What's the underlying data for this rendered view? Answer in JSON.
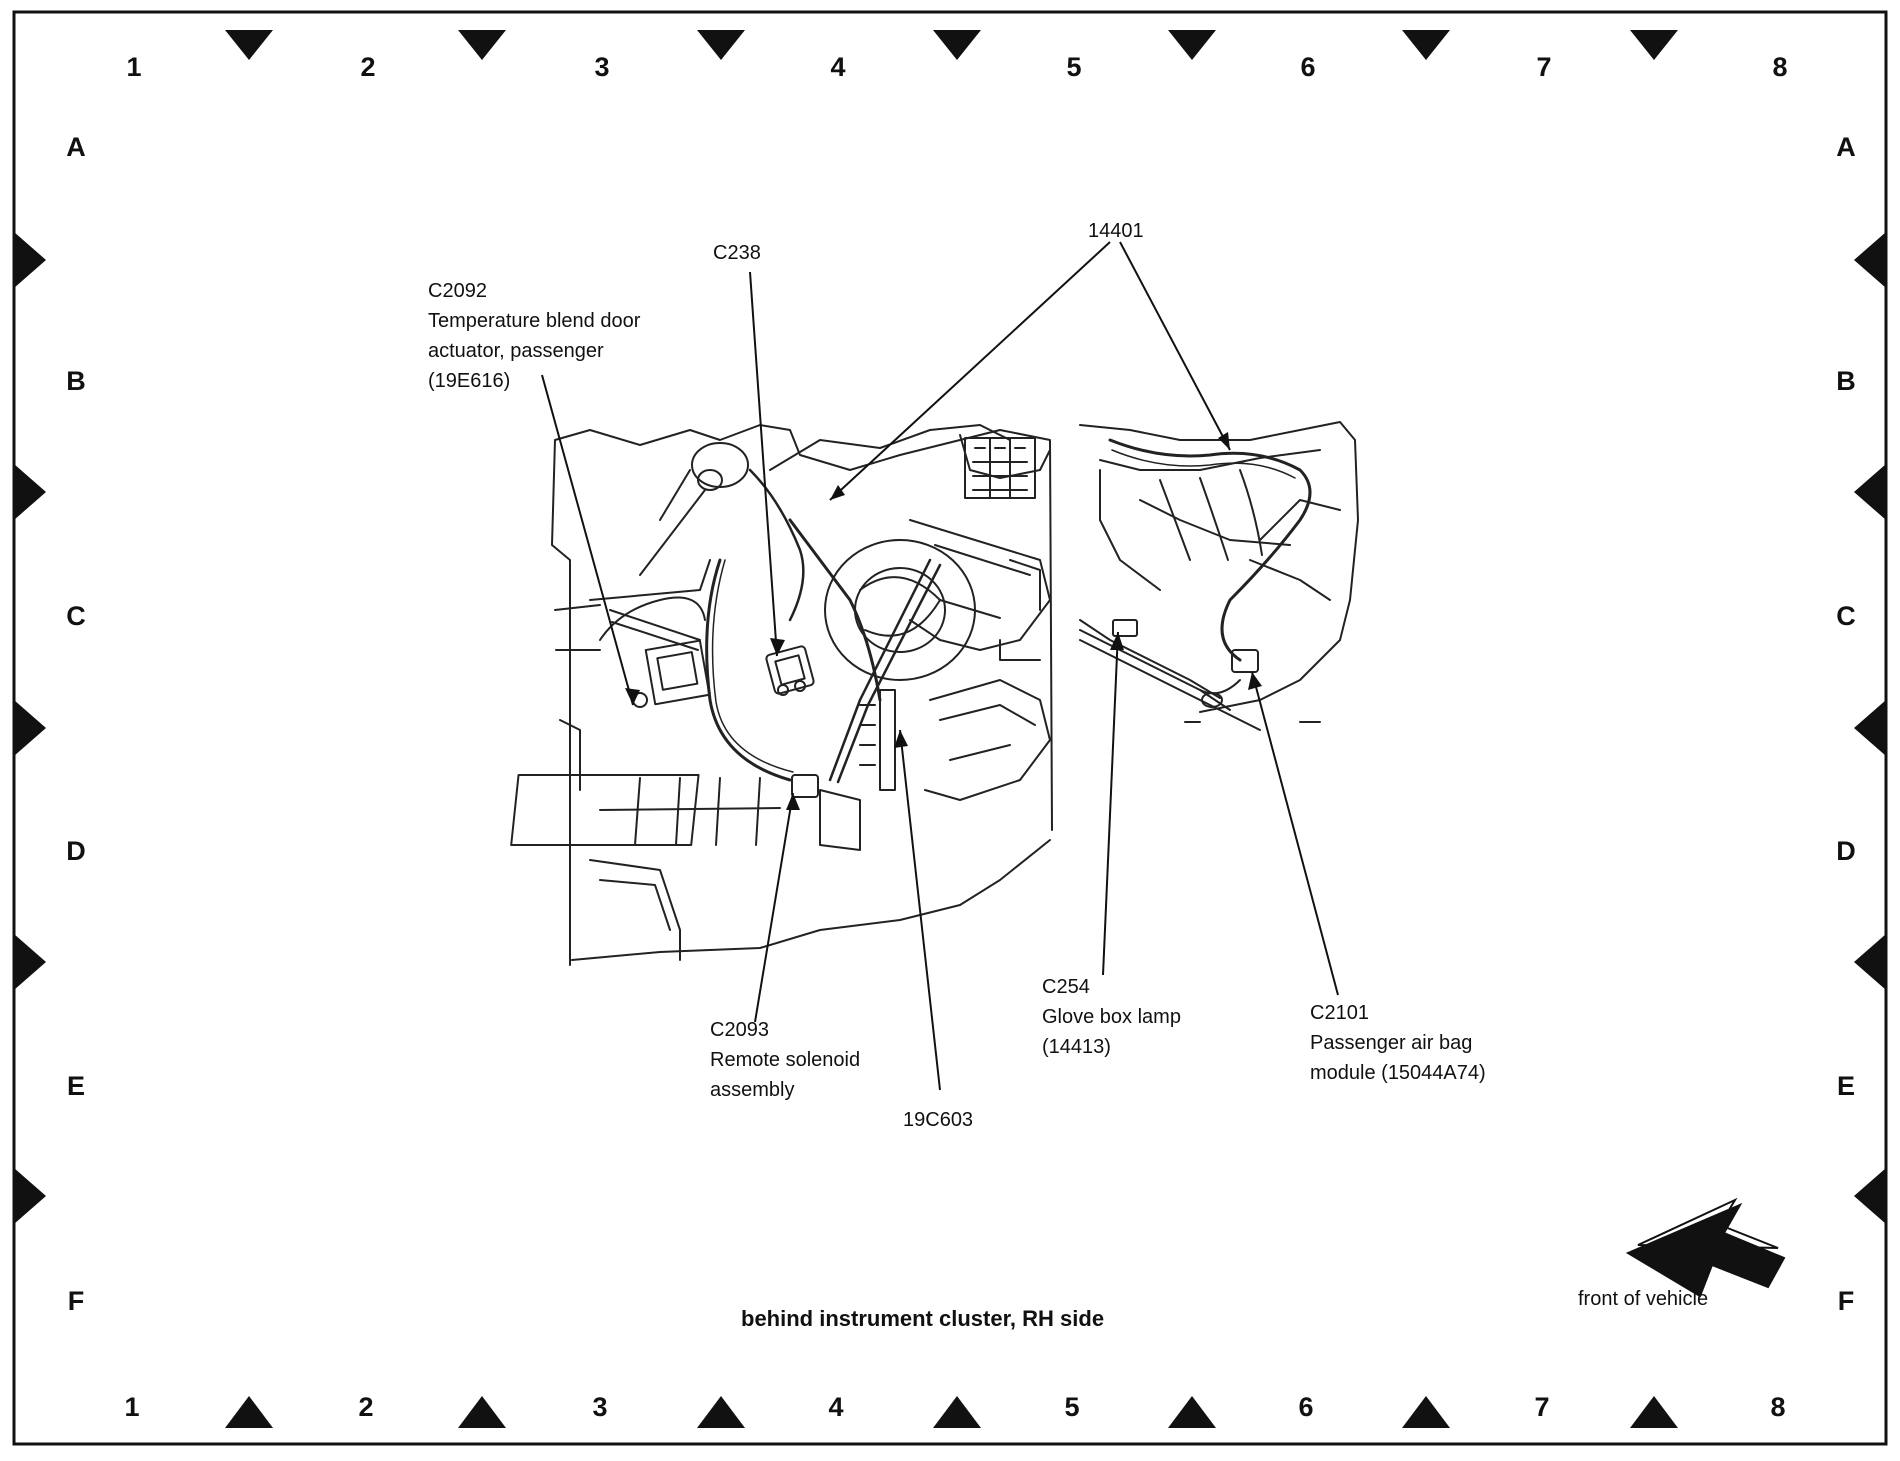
{
  "grid": {
    "columns": [
      "1",
      "2",
      "3",
      "4",
      "5",
      "6",
      "7",
      "8"
    ],
    "rows": [
      "A",
      "B",
      "C",
      "D",
      "E",
      "F"
    ]
  },
  "callouts": {
    "c2092": {
      "code": "C2092",
      "line1": "Temperature blend door",
      "line2": "actuator, passenger",
      "part": "(19E616)"
    },
    "c238": {
      "code": "C238"
    },
    "harness_14401": {
      "code": "14401"
    },
    "c2093": {
      "code": "C2093",
      "line1": "Remote solenoid",
      "line2": "assembly"
    },
    "part_19c603": {
      "code": "19C603"
    },
    "c254": {
      "code": "C254",
      "line1": "Glove box lamp",
      "part": "(14413)"
    },
    "c2101": {
      "code": "C2101",
      "line1": "Passenger air bag",
      "line2": "module (15044A74)"
    }
  },
  "caption": "behind instrument cluster, RH side",
  "direction_label": "front of vehicle",
  "colors": {
    "ink": "#111111",
    "paper": "#ffffff"
  }
}
